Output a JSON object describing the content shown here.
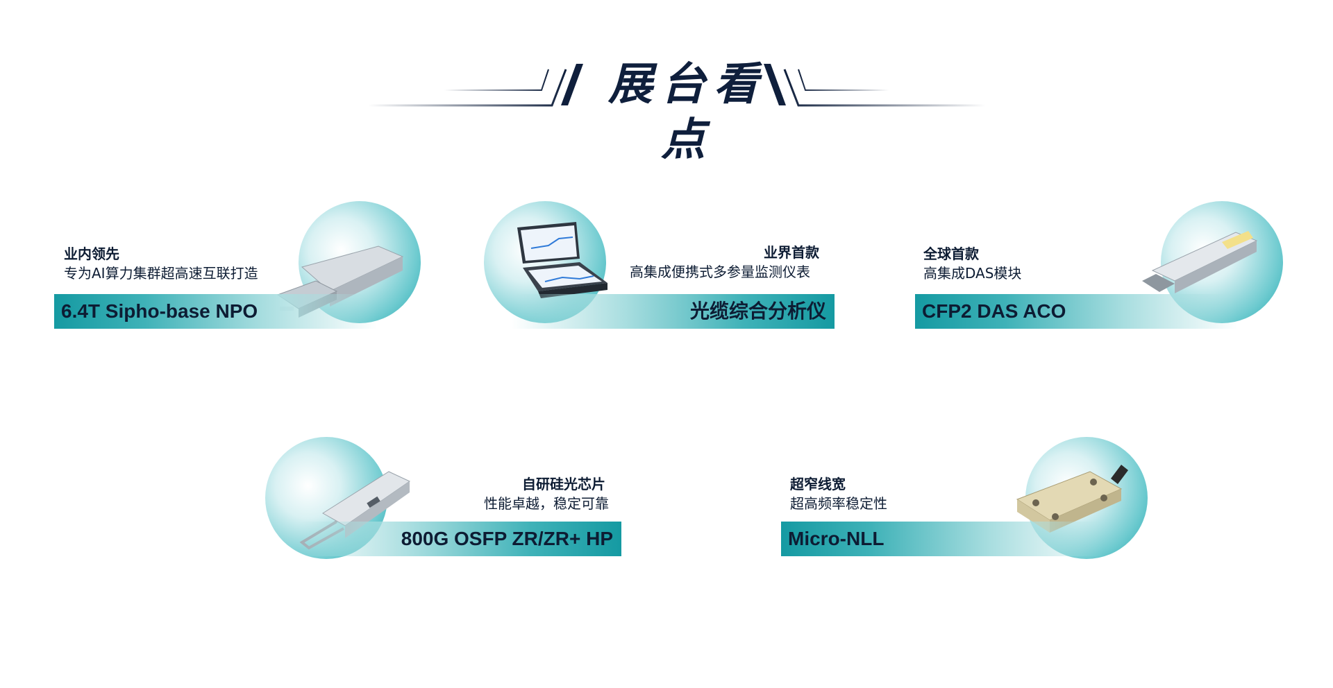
{
  "heading": {
    "title": "展台看点"
  },
  "cards": [
    {
      "tag": "业内领先",
      "desc": "专为AI算力集群超高速互联打造",
      "label": "6.4T Sipho-base NPO"
    },
    {
      "tag": "业界首款",
      "desc": "高集成便携式多参量监测仪表",
      "label": "光缆综合分析仪"
    },
    {
      "tag": "全球首款",
      "desc": "高集成DAS模块",
      "label": "CFP2 DAS ACO"
    },
    {
      "tag": "自研硅光芯片",
      "desc": "性能卓越，稳定可靠",
      "label": "800G OSFP ZR/ZR+ HP"
    },
    {
      "tag": "超窄线宽",
      "desc": "超高频率稳定性",
      "label": "Micro-NLL"
    }
  ],
  "colors": {
    "accent": "#159aa2",
    "title": "#0f1f3c"
  }
}
